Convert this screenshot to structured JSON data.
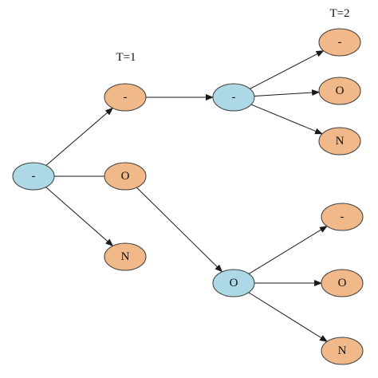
{
  "time_labels": {
    "t1": "T=1",
    "t2": "T=2"
  },
  "colors": {
    "blue_node": "#add8e6",
    "orange_node": "#f1b98a",
    "edge": "#1a1a1a"
  },
  "nodes": {
    "root": {
      "label": "-",
      "state": "blue"
    },
    "t1_minus": {
      "label": "-",
      "state": "orange"
    },
    "t1_o": {
      "label": "O",
      "state": "orange"
    },
    "t1_n": {
      "label": "N",
      "state": "orange"
    },
    "t1_minus_expanded": {
      "label": "-",
      "state": "blue"
    },
    "t2_upper_minus": {
      "label": "-",
      "state": "orange"
    },
    "t2_upper_o": {
      "label": "O",
      "state": "orange"
    },
    "t2_upper_n": {
      "label": "N",
      "state": "orange"
    },
    "t1_o_expanded": {
      "label": "O",
      "state": "blue"
    },
    "t2_lower_minus": {
      "label": "-",
      "state": "orange"
    },
    "t2_lower_o": {
      "label": "O",
      "state": "orange"
    },
    "t2_lower_n": {
      "label": "N",
      "state": "orange"
    }
  },
  "edges": [
    {
      "from": "root",
      "to": "t1_minus",
      "arrow": true
    },
    {
      "from": "root",
      "to": "t1_o",
      "arrow": false
    },
    {
      "from": "root",
      "to": "t1_n",
      "arrow": true
    },
    {
      "from": "t1_minus",
      "to": "t1_minus_expanded",
      "arrow": true
    },
    {
      "from": "t1_o",
      "to": "t1_o_expanded",
      "arrow": true
    },
    {
      "from": "t1_minus_expanded",
      "to": "t2_upper_minus",
      "arrow": true
    },
    {
      "from": "t1_minus_expanded",
      "to": "t2_upper_o",
      "arrow": true
    },
    {
      "from": "t1_minus_expanded",
      "to": "t2_upper_n",
      "arrow": true
    },
    {
      "from": "t1_o_expanded",
      "to": "t2_lower_minus",
      "arrow": true
    },
    {
      "from": "t1_o_expanded",
      "to": "t2_lower_o",
      "arrow": true
    },
    {
      "from": "t1_o_expanded",
      "to": "t2_lower_n",
      "arrow": true
    }
  ]
}
